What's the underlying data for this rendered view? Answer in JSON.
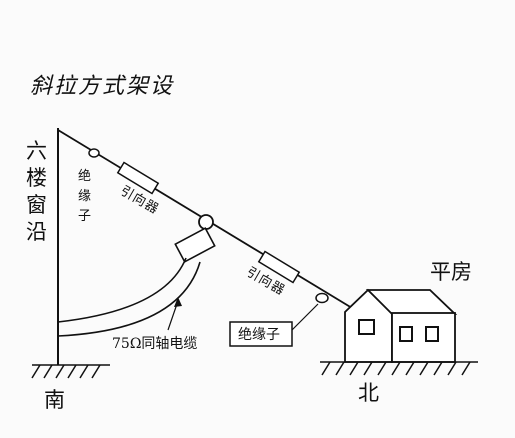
{
  "title": "斜拉方式架设",
  "labels": {
    "left_building": [
      "六",
      "楼",
      "窗",
      "沿"
    ],
    "insulator_top": [
      "绝",
      "缘",
      "子"
    ],
    "director_upper": [
      "引",
      "向",
      "器"
    ],
    "director_lower": [
      "引",
      "向",
      "器"
    ],
    "cable": "75Ω同轴电缆",
    "insulator_box": "绝缘子",
    "house": "平房",
    "south": "南",
    "north": "北"
  },
  "colors": {
    "ink": "#111111",
    "paper": "#fbfbfb"
  }
}
